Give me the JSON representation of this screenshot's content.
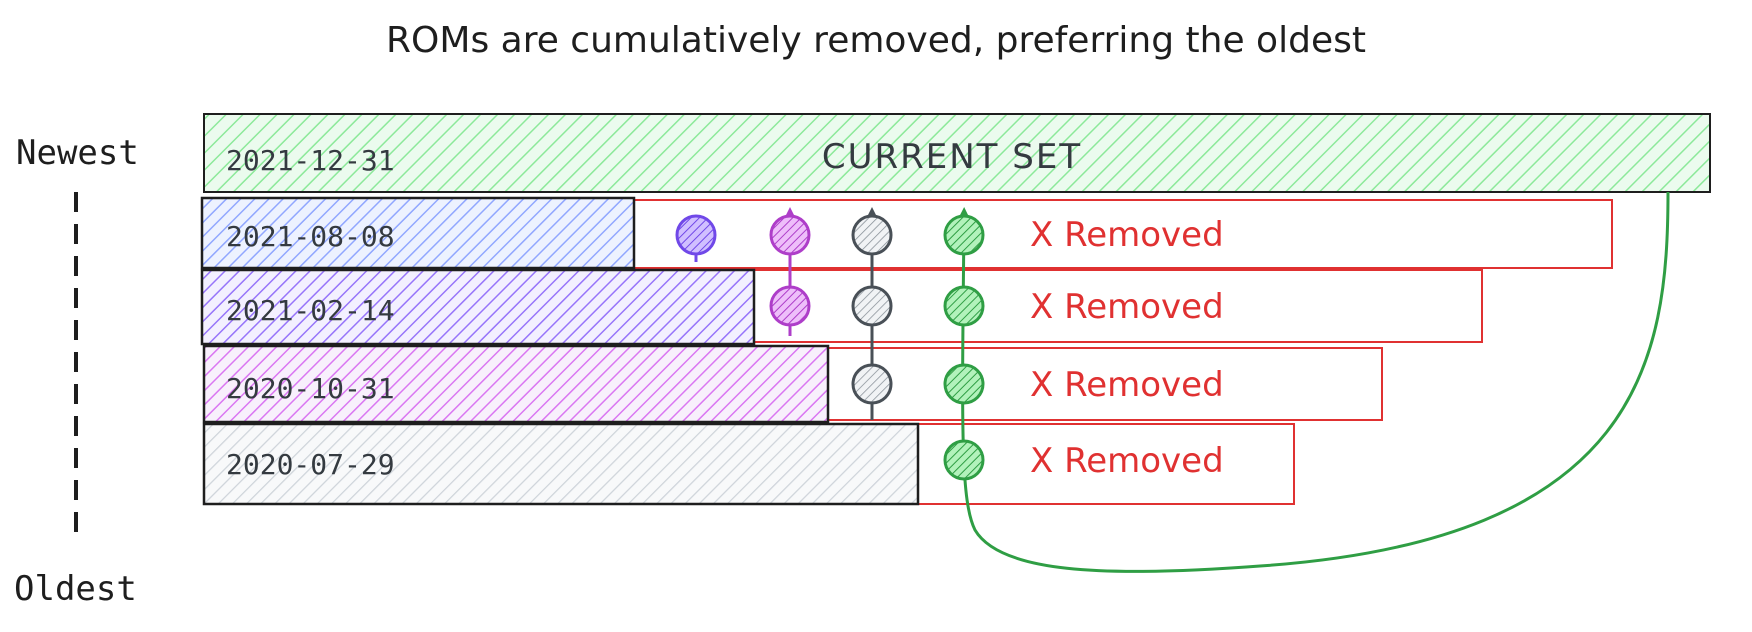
{
  "title": "ROMs are cumulatively removed, preferring the oldest",
  "axis": {
    "top_label": "Newest",
    "bottom_label": "Oldest"
  },
  "colors": {
    "current": "#2f9e44",
    "removed": "#e03131",
    "blue": "#4c6ef5",
    "violet": "#7048e8",
    "purple": "#ae3ec9",
    "gray": "#495057"
  },
  "rows": [
    {
      "date": "2021-12-31",
      "label": "CURRENT SET",
      "fill": "#b2f2bb",
      "stroke": "#2f9e44"
    },
    {
      "date": "2021-08-08",
      "fill": "#bac8ff",
      "stroke": "#1e1e1e",
      "removed_label": "X Removed"
    },
    {
      "date": "2021-02-14",
      "fill": "#b197fc",
      "stroke": "#1e1e1e",
      "removed_label": "X Removed"
    },
    {
      "date": "2020-10-31",
      "fill": "#e599f7",
      "stroke": "#1e1e1e",
      "removed_label": "X Removed"
    },
    {
      "date": "2020-07-29",
      "fill": "#dee2e6",
      "stroke": "#1e1e1e",
      "removed_label": "X Removed"
    }
  ]
}
